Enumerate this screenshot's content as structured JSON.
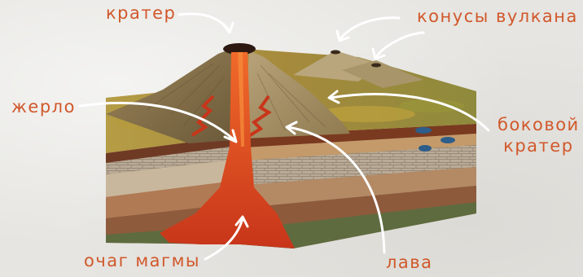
{
  "labels": {
    "crater": "кратер",
    "cones": "конусы вулкана",
    "vent": "жерло",
    "side_crater_line1": "боковой",
    "side_crater_line2": "кратер",
    "magma_chamber": "очаг магмы",
    "lava": "лава"
  },
  "colors": {
    "label": "#d1582b",
    "arrow": "#ffffff",
    "magma": "#d8401c",
    "lava_bright": "#f06a2a",
    "ground": "#a88a4c",
    "grass": "#b49a3a",
    "background": "#e6e5e1"
  }
}
